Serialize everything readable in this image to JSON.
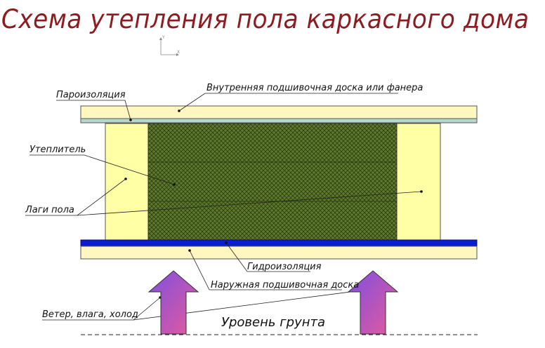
{
  "title": "Схема утепления пола каркасного дома",
  "axis": {
    "y": "Y",
    "x": "X"
  },
  "labels": {
    "vapor_barrier": "Пароизоляция",
    "inner_board": "Внутренняя подшивочная доска или фанера",
    "insulation": "Утеплитель",
    "floor_joists": "Лаги пола",
    "waterproofing": "Гидроизоляция",
    "outer_board": "Наружная подшивочная доска",
    "wind_moisture_cold": "Ветер, влага, холод",
    "ground_level": "Уровень грунта"
  },
  "colors": {
    "title": "#8e1b1f",
    "wood": "#fff6c0",
    "joist": "#ffffa6",
    "vapor_barrier": "#b6d8cc",
    "insulation": "#5d7a2a",
    "waterproofing": "#0a1ecf",
    "arrow_top": "#7f4fe0",
    "arrow_bottom": "#e65a9c"
  }
}
